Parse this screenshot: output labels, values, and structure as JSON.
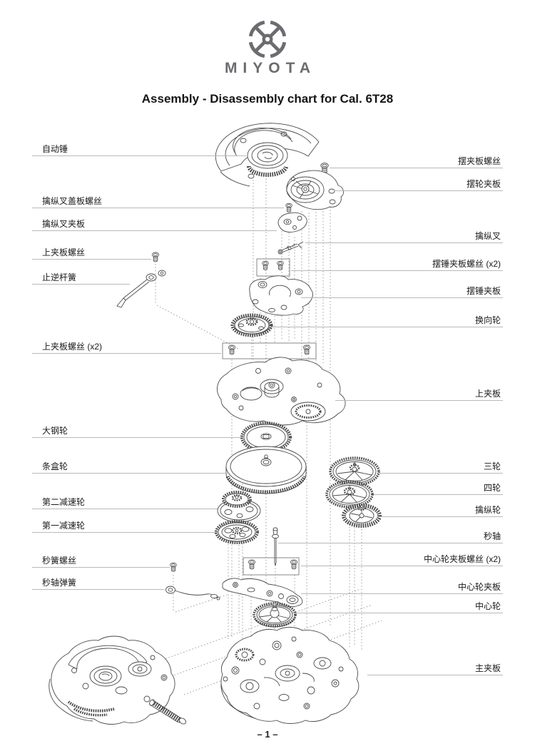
{
  "header": {
    "brand": "MIYOTA",
    "title": "Assembly - Disassembly chart for Cal. 6T28"
  },
  "footer": {
    "page_number": "– 1 –"
  },
  "colors": {
    "brand_gray": "#6b6b70",
    "diagram_line": "#4a4a4a",
    "leader_line": "#b9b9b9",
    "text": "#1a1a1a"
  },
  "icons": [
    {
      "name": "miyota-logo-icon",
      "description": "circle with crossing X mark"
    }
  ],
  "labels": {
    "left": [
      {
        "text": "自动锤"
      },
      {
        "text": "擒纵叉盖板螺丝"
      },
      {
        "text": "擒纵叉夹板"
      },
      {
        "text": "上夹板螺丝"
      },
      {
        "text": "止逆杆簧"
      },
      {
        "text": "上夹板螺丝 (x2)"
      },
      {
        "text": "大钢轮"
      },
      {
        "text": "条盒轮"
      },
      {
        "text": "第二减速轮"
      },
      {
        "text": "第一减速轮"
      },
      {
        "text": "秒簧螺丝"
      },
      {
        "text": "秒轴弹簧"
      }
    ],
    "right": [
      {
        "text": "摆夹板螺丝"
      },
      {
        "text": "摆轮夹板"
      },
      {
        "text": "擒纵叉"
      },
      {
        "text": "摆锤夹板螺丝 (x2)"
      },
      {
        "text": "摆锤夹板"
      },
      {
        "text": "换向轮"
      },
      {
        "text": "上夹板"
      },
      {
        "text": "三轮"
      },
      {
        "text": "四轮"
      },
      {
        "text": "擒纵轮"
      },
      {
        "text": "秒轴"
      },
      {
        "text": "中心轮夹板螺丝 (x2)"
      },
      {
        "text": "中心轮夹板"
      },
      {
        "text": "中心轮"
      },
      {
        "text": "主夹板"
      }
    ]
  }
}
